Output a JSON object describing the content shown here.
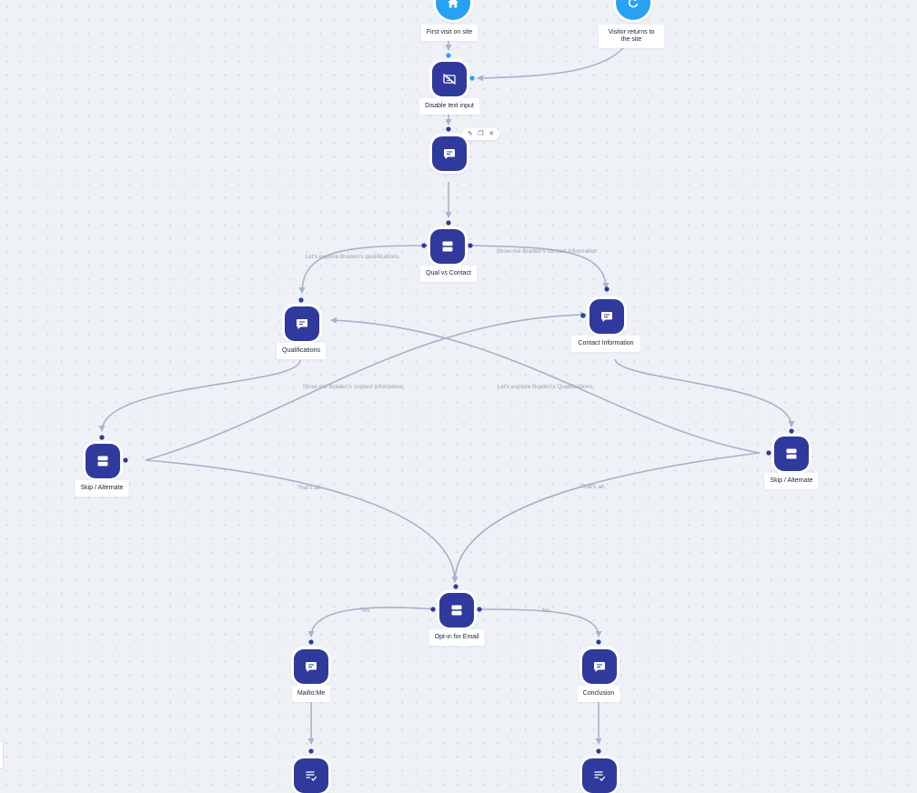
{
  "canvas": {
    "background": "#eef1f6",
    "node_color": "#2f3a9c",
    "trigger_color": "#27a2f2",
    "edge_color": "#a8b3c9",
    "port_color": "#2f3a9c",
    "active_port_color": "#27a2f2"
  },
  "nodes": {
    "first_visit": {
      "label": "First visit on site",
      "icon": "home-icon"
    },
    "visitor_returns": {
      "label": "Visitor returns to the site",
      "icon": "refresh-icon"
    },
    "disable_text": {
      "label": "Disable text input",
      "icon": "keyboard-off-icon"
    },
    "message_1": {
      "icon": "message-icon"
    },
    "qual_vs_contact": {
      "label": "Qual vs Contact",
      "icon": "buttons-icon"
    },
    "qualifications": {
      "label": "Qualifications",
      "icon": "message-icon"
    },
    "contact_info": {
      "label": "Contact Information",
      "icon": "message-icon"
    },
    "skip_left": {
      "label": "Skip / Alternate",
      "icon": "buttons-icon"
    },
    "skip_right": {
      "label": "Skip / Alternate",
      "icon": "buttons-icon"
    },
    "optin": {
      "label": "Opt-in for Email",
      "icon": "buttons-icon"
    },
    "mailto": {
      "label": "Mailto:Me",
      "icon": "message-icon"
    },
    "conclusion": {
      "label": "Conclusion",
      "icon": "message-icon"
    },
    "end_left": {
      "icon": "list-check-icon"
    },
    "end_right": {
      "icon": "list-check-icon"
    }
  },
  "edge_labels": {
    "qual_left": "Let's explore Braden's qualifications.",
    "qual_right": "Show me Braden's contact information",
    "cross_contact": "Show me Braden's contact information.",
    "cross_qual": "Let's explore Braden's Qualifications.",
    "thats_all_left": "That's all.",
    "thats_all_right": "That's all.",
    "yes": "Yes",
    "no": "No"
  },
  "toolbar": {
    "edit_icon": "pencil-icon",
    "duplicate_icon": "copy-icon",
    "delete_icon": "close-icon",
    "edit_glyph": "✎",
    "duplicate_glyph": "❐",
    "delete_glyph": "✕"
  }
}
